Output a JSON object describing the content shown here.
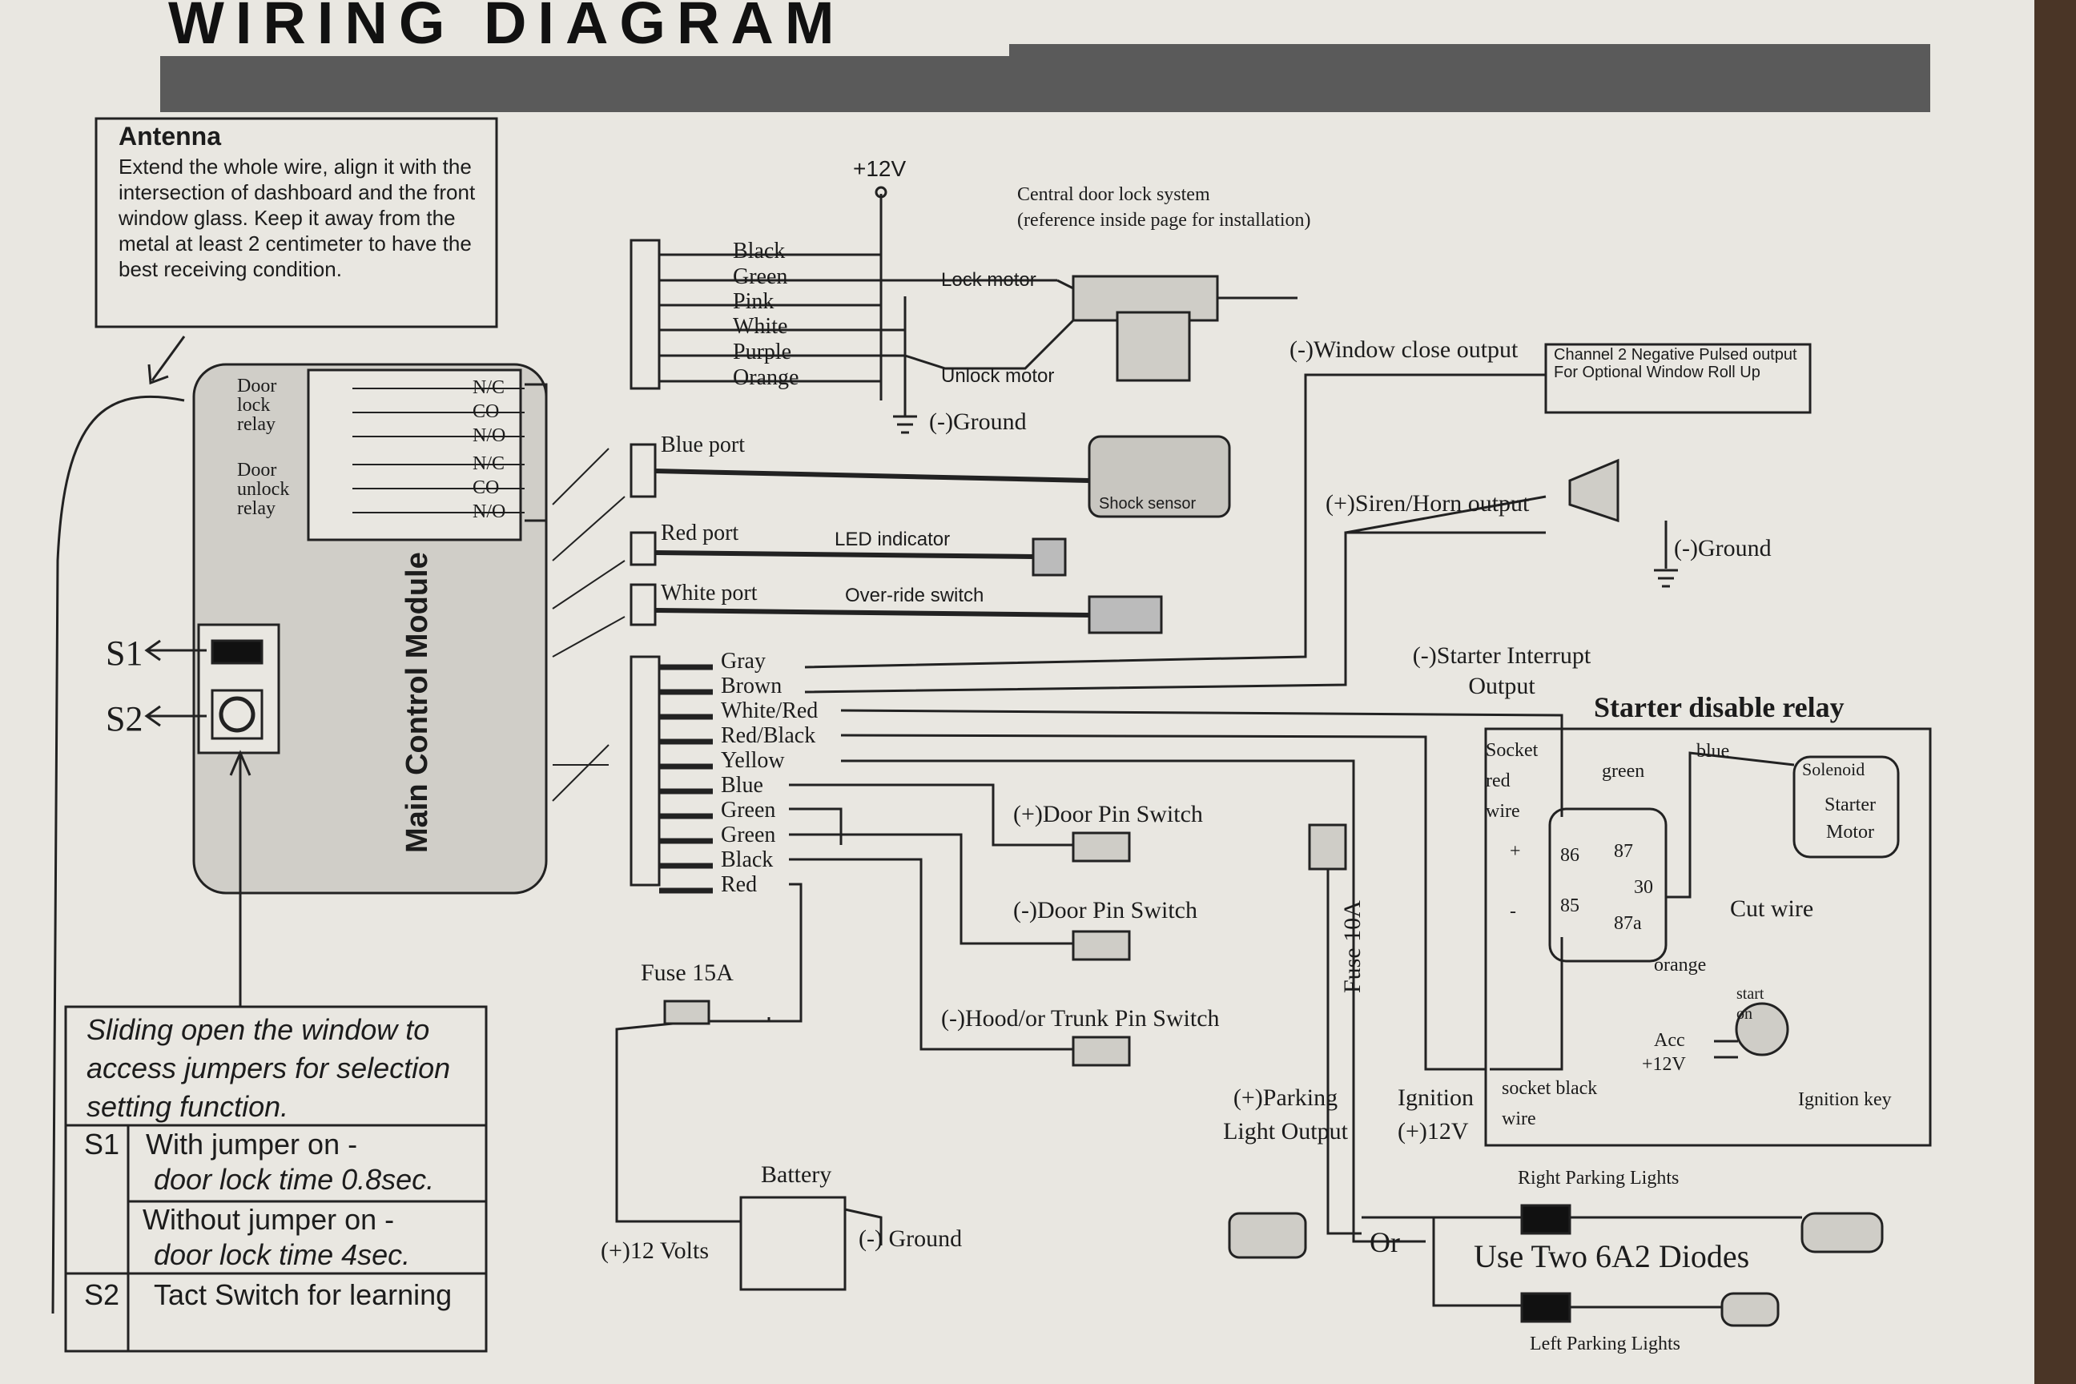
{
  "title": "WIRING DIAGRAM",
  "antenna": {
    "heading": "Antenna",
    "text": "Extend the whole wire, align it with the intersection of dashboard and the front window glass. Keep it away from the metal at least 2 centimeter to have the best receiving condition."
  },
  "module": {
    "label": "Main Control Module",
    "door_lock_relay": "Door lock relay",
    "door_unlock_relay": "Door unlock relay",
    "contacts": [
      "N/C",
      "CO",
      "N/O",
      "N/C",
      "CO",
      "N/O"
    ],
    "s1": "S1",
    "s2": "S2"
  },
  "top_connector": {
    "wires": [
      "Black",
      "Green",
      "Pink",
      "White",
      "Purple",
      "Orange"
    ],
    "plus12v": "+12V",
    "ground": "(-)Ground",
    "lock_motor": "Lock motor",
    "unlock_motor": "Unlock motor",
    "central_lock_title": "Central door lock system",
    "central_lock_ref": "(reference inside page for installation)"
  },
  "ports": {
    "blue": "Blue port",
    "red": "Red port",
    "white": "White port",
    "shock_sensor": "Shock sensor",
    "led_indicator": "LED indicator",
    "override_switch": "Over-ride switch"
  },
  "main_connector": {
    "wires": [
      "Gray",
      "Brown",
      "White/Red",
      "Red/Black",
      "Yellow",
      "Blue",
      "Green",
      "Green",
      "Black",
      "Red"
    ]
  },
  "outputs": {
    "window_close": "(-)Window close output",
    "channel2_note": "Channel 2 Negative Pulsed output For Optional Window Roll Up",
    "siren": "(+)Siren/Horn output",
    "siren_ground": "(-)Ground",
    "starter_interrupt": "(-)Starter Interrupt Output",
    "door_pin_pos": "(+)Door Pin Switch",
    "door_pin_neg": "(-)Door Pin Switch",
    "hood_trunk": "(-)Hood/or Trunk Pin Switch",
    "fuse15": "Fuse 15A",
    "fuse10": "Fuse 10A",
    "battery": "Battery",
    "plus12volts": "(+)12 Volts",
    "neg_ground": "(-) Ground",
    "parking_light": "(+)Parking Light Output",
    "or": "Or",
    "right_parking": "Right Parking Lights",
    "left_parking": "Left Parking Lights",
    "diodes": "Use Two 6A2 Diodes"
  },
  "relay": {
    "title": "Starter disable relay",
    "socket_red": "Socket red wire",
    "socket_black": "socket black wire",
    "green": "green",
    "blue": "blue",
    "orange": "orange",
    "pin86": "86",
    "pin87": "87",
    "pin30": "30",
    "pin85": "85",
    "pin87a": "87a",
    "plus": "+",
    "minus": "-",
    "solenoid": "Solenoid",
    "starter_motor": "Starter Motor",
    "cut_wire": "Cut wire",
    "start": "start",
    "on": "on",
    "acc": "Acc",
    "plus12v": "+12V",
    "ignition_key": "Ignition key",
    "ignition": "Ignition (+)12V"
  },
  "jumper_table": {
    "intro": "Sliding open the window to access jumpers for selection setting function.",
    "rows": [
      {
        "key": "S1",
        "line1": "With jumper on -",
        "line2": "door lock time 0.8sec."
      },
      {
        "key": "",
        "line1": "Without jumper on -",
        "line2": "door lock time 4sec."
      },
      {
        "key": "S2",
        "line1": "Tact Switch for learning",
        "line2": ""
      }
    ]
  }
}
